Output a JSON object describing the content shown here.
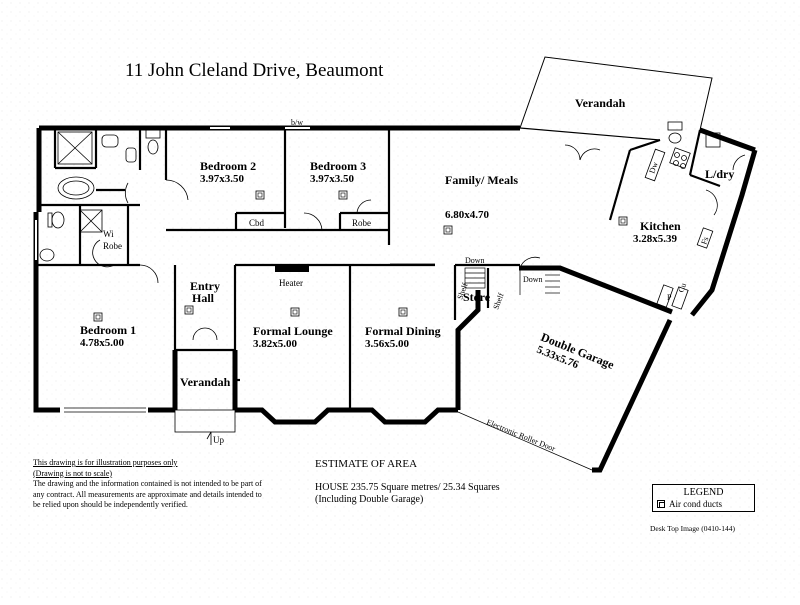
{
  "title": "11 John Cleland Drive,  Beaumont",
  "rooms": {
    "verandah_rear": "Verandah",
    "bedroom2": "Bedroom 2",
    "bedroom2_dim": "3.97x3.50",
    "bedroom3": "Bedroom 3",
    "bedroom3_dim": "3.97x3.50",
    "family": "Family/ Meals",
    "family_dim": "6.80x4.70",
    "kitchen": "Kitchen",
    "kitchen_dim": "3.28x5.39",
    "ldry": "L/dry",
    "bedroom1": "Bedroom 1",
    "bedroom1_dim": "4.78x5.00",
    "entry": "Entry",
    "hall": "Hall",
    "formal_lounge": "Formal Lounge",
    "formal_lounge_dim": "3.82x5.00",
    "formal_dining": "Formal Dining",
    "formal_dining_dim": "3.56x5.00",
    "double_garage": "Double Garage",
    "double_garage_dim": "5.33x5.76",
    "verandah_front": "Verandah",
    "store": "Store"
  },
  "labels": {
    "bw": "b/w",
    "cbd": "Cbd",
    "robe": "Robe",
    "wi": "Wi",
    "wi_robe": "Robe",
    "heater": "Heater",
    "down1": "Down",
    "down2": "Down",
    "shelf1": "Shelf",
    "shelf2": "Shelf",
    "dw": "Dw",
    "fs": "Fs",
    "p": "P",
    "cu": "Cu",
    "up": "Up",
    "roller_door": "Electronic Roller Door"
  },
  "disclaimer": {
    "line1": "This drawing is for illustration purposes only",
    "line2": "(Drawing is not to scale)",
    "body": "The drawing and the information contained is not intended to be part of any contract.  All measurements are approximate and details intended to be relied upon should be independently verified."
  },
  "estimate": {
    "heading": "ESTIMATE OF AREA",
    "line1": "HOUSE  235.75 Square metres/ 25.34 Squares",
    "line2": "(Including Double Garage)"
  },
  "legend": {
    "title": "LEGEND",
    "item": "Air cond ducts"
  },
  "credit": "Desk Top Image  (0410-144)"
}
